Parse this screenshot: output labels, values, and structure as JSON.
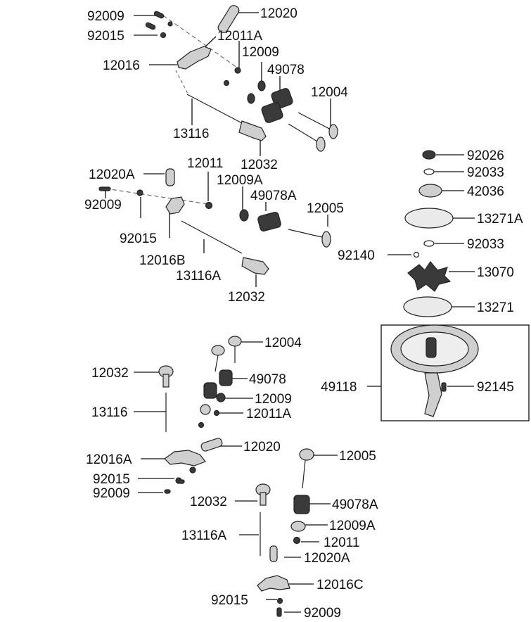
{
  "labels": {
    "l_92009_a": "92009",
    "l_12020_a": "12020",
    "l_92015_a": "92015",
    "l_12011A_a": "12011A",
    "l_12009_a": "12009",
    "l_12016": "12016",
    "l_49078_a": "49078",
    "l_12004_a": "12004",
    "l_13116_a": "13116",
    "l_12032_a": "12032",
    "l_12020A_a": "12020A",
    "l_12011_a": "12011",
    "l_12009A_a": "12009A",
    "l_49078A_a": "49078A",
    "l_12005_a": "12005",
    "l_92009_b": "92009",
    "l_92015_b": "92015",
    "l_12016B": "12016B",
    "l_13116A_a": "13116A",
    "l_12032_b": "12032",
    "l_92140": "92140",
    "l_92026": "92026",
    "l_92033_a": "92033",
    "l_42036": "42036",
    "l_13271A": "13271A",
    "l_92033_b": "92033",
    "l_13070": "13070",
    "l_13271": "13271",
    "l_49118": "49118",
    "l_92145": "92145",
    "l_12004_b": "12004",
    "l_12032_c": "12032",
    "l_49078_b": "49078",
    "l_12009_b": "12009",
    "l_13116_b": "13116",
    "l_12011A_b": "12011A",
    "l_12020_b": "12020",
    "l_12016A": "12016A",
    "l_92015_c": "92015",
    "l_92009_c": "92009",
    "l_12005_b": "12005",
    "l_12032_d": "12032",
    "l_49078A_b": "49078A",
    "l_13116A_b": "13116A",
    "l_12009A_b": "12009A",
    "l_12011_b": "12011",
    "l_12020A_b": "12020A",
    "l_12016C": "12016C",
    "l_92015_d": "92015",
    "l_92009_d": "92009"
  }
}
